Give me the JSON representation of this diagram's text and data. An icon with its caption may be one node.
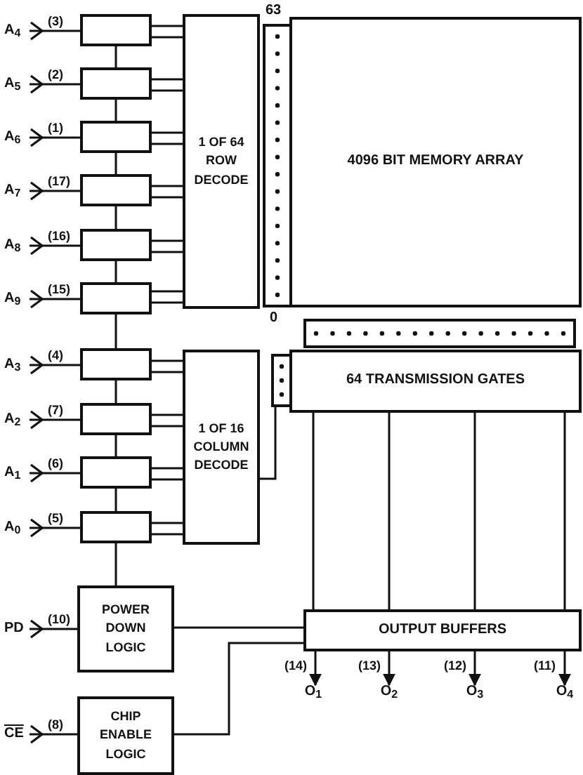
{
  "diagram": {
    "nodes": [
      {
        "text": [
          "A$_{4}$"
        ]
      },
      {
        "text": [],
        "shape": "box"
      },
      {
        "text": [
          "A$_{5}$"
        ]
      },
      {
        "text": [],
        "shape": "box"
      },
      {
        "text": [
          "A$_{6}$"
        ]
      },
      {
        "text": [],
        "shape": "box"
      },
      {
        "text": [
          "A$_{7}$"
        ]
      },
      {
        "text": [],
        "shape": "box"
      },
      {
        "text": [
          "A$_{8}$"
        ]
      },
      {
        "text": [],
        "shape": "box"
      },
      {
        "text": [
          "A$_{9}$"
        ]
      },
      {
        "text": [],
        "shape": "box"
      },
      {
        "text": [
          "A$_{3}$"
        ]
      },
      {
        "text": [],
        "shape": "box"
      },
      {
        "text": [
          "A$_{2}$"
        ]
      },
      {
        "text": [],
        "shape": "box"
      },
      {
        "text": [
          "A$_{1}$"
        ]
      },
      {
        "text": [],
        "shape": "box"
      },
      {
        "text": [
          "A$_{0}$"
        ]
      },
      {
        "text": [],
        "shape": "box"
      },
      {
        "text": [
          "1 OF 64 ROW DECODE"
        ]
      },
      {
        "text": [
          "4096 BIT MEMORY ARRAY"
        ]
      },
      {
        "text": [],
        "shape": "bar",
        "beside": [
          "63",
          "0"
        ]
      },
      {
        "text": [],
        "shape": "bar"
      },
      {
        "text": [
          "1 OF 16 COLUMN DECODE"
        ]
      },
      {
        "text": [],
        "shape": "bar"
      },
      {
        "text": [
          "64 TRANSMISSION GATES"
        ]
      },
      {
        "text": [
          "PD"
        ]
      },
      {
        "text": [
          "POWER DOWN LOGIC"
        ]
      },
      {
        "text": [
          "CE"
        ]
      },
      {
        "text": [
          "CHIP ENABLE LOGIC"
        ]
      },
      {
        "text": [
          "OUTPUT BUFFERS"
        ]
      },
      {
        "text": [
          "O$_{1}$"
        ]
      },
      {
        "text": [
          "O$_{2}$"
        ]
      },
      {
        "text": [
          "O$_{3}$"
        ]
      },
      {
        "text": [
          "O$_{4}$"
        ]
      }
    ],
    "edges": [
      {
        "from": 0,
        "to": 1,
        "arrow": "other",
        "label": "(3)"
      },
      {
        "from": 2,
        "to": 3,
        "arrow": "other",
        "label": "(2)"
      },
      {
        "from": 4,
        "to": 5,
        "arrow": "other",
        "label": "(1)"
      },
      {
        "from": 6,
        "to": 7,
        "arrow": "other",
        "label": "(17)"
      },
      {
        "from": 8,
        "to": 9,
        "arrow": "other",
        "label": "(16)"
      },
      {
        "from": 10,
        "to": 11,
        "arrow": "other",
        "label": "(15)"
      },
      {
        "from": 12,
        "to": 13,
        "arrow": "other",
        "label": "(4)"
      },
      {
        "from": 14,
        "to": 15,
        "arrow": "other",
        "label": "(7)"
      },
      {
        "from": 16,
        "to": 17,
        "arrow": "other",
        "label": "(6)"
      },
      {
        "from": 18,
        "to": 19,
        "arrow": "other",
        "label": "(5)"
      },
      {
        "from": 1,
        "to": 3,
        "arrow": "none"
      },
      {
        "from": 3,
        "to": 5,
        "arrow": "none"
      },
      {
        "from": 5,
        "to": 7,
        "arrow": "none"
      },
      {
        "from": 7,
        "to": 9,
        "arrow": "none"
      },
      {
        "from": 9,
        "to": 11,
        "arrow": "none"
      },
      {
        "from": 11,
        "to": 13,
        "arrow": "none"
      },
      {
        "from": 13,
        "to": 15,
        "arrow": "none"
      },
      {
        "from": 15,
        "to": 17,
        "arrow": "none"
      },
      {
        "from": 17,
        "to": 19,
        "arrow": "none"
      },
      {
        "from": 19,
        "to": 28,
        "arrow": "none"
      },
      {
        "from": 1,
        "to": 20,
        "arrow": "none"
      },
      {
        "from": 3,
        "to": 20,
        "arrow": "none"
      },
      {
        "from": 5,
        "to": 20,
        "arrow": "none"
      },
      {
        "from": 7,
        "to": 20,
        "arrow": "none"
      },
      {
        "from": 9,
        "to": 20,
        "arrow": "none"
      },
      {
        "from": 11,
        "to": 20,
        "arrow": "none"
      },
      {
        "from": 13,
        "to": 24,
        "arrow": "none"
      },
      {
        "from": 15,
        "to": 24,
        "arrow": "none"
      },
      {
        "from": 17,
        "to": 24,
        "arrow": "none"
      },
      {
        "from": 19,
        "to": 24,
        "arrow": "none"
      },
      {
        "from": 24,
        "to": 25,
        "arrow": "none"
      },
      {
        "from": 26,
        "to": 31,
        "arrow": "none"
      },
      {
        "from": 26,
        "to": 31,
        "arrow": "none"
      },
      {
        "from": 26,
        "to": 31,
        "arrow": "none"
      },
      {
        "from": 26,
        "to": 31,
        "arrow": "none"
      },
      {
        "from": 27,
        "to": 28,
        "arrow": "other",
        "label": "(10)"
      },
      {
        "from": 29,
        "to": 30,
        "arrow": "other",
        "label": "(8)"
      },
      {
        "from": 28,
        "to": 31,
        "arrow": "none"
      },
      {
        "from": 30,
        "to": 31,
        "arrow": "none"
      },
      {
        "from": 31,
        "to": 32,
        "arrow": "to",
        "label": "(14)"
      },
      {
        "from": 31,
        "to": 33,
        "arrow": "to",
        "label": "(13)"
      },
      {
        "from": 31,
        "to": 34,
        "arrow": "to",
        "label": "(12)"
      },
      {
        "from": 31,
        "to": 35,
        "arrow": "to",
        "label": "(11)"
      }
    ]
  }
}
